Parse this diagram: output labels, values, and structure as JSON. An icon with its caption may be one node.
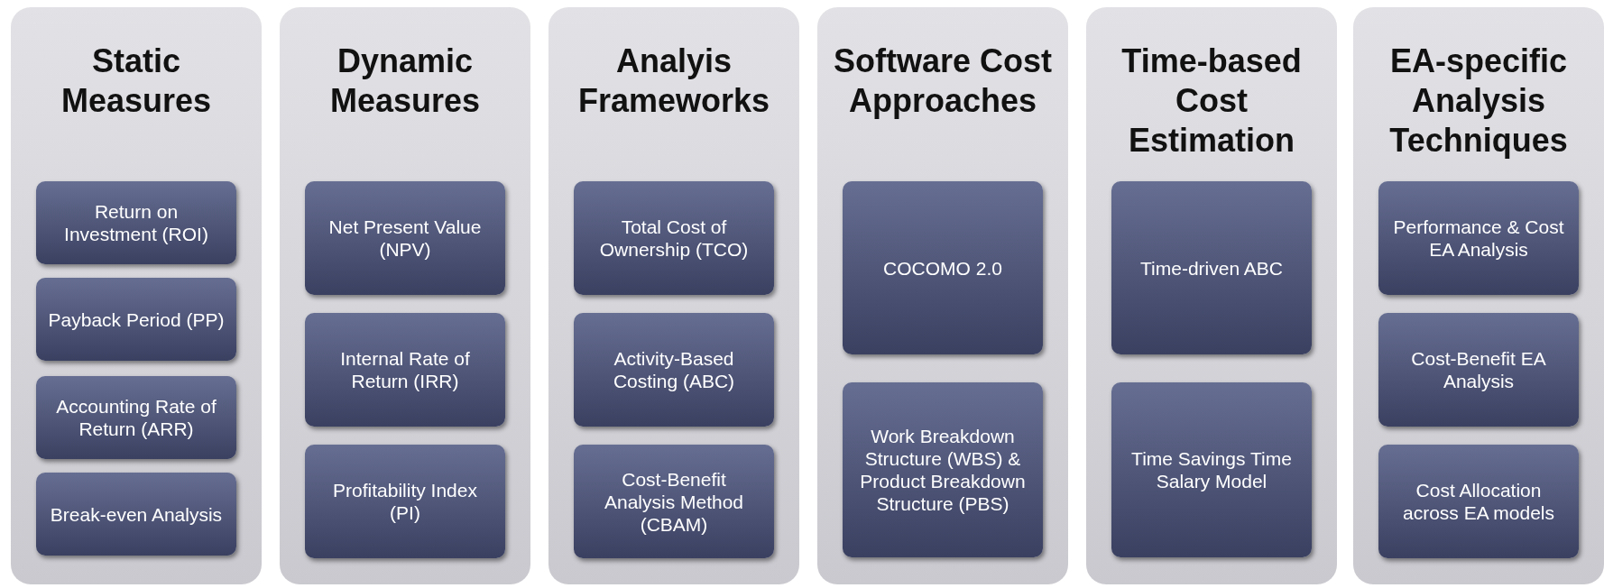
{
  "diagram": {
    "nodes": [
      {
        "text": [
          "Static Measures"
        ]
      },
      {
        "text": [
          "Return on Investment (ROI)"
        ],
        "in": 0
      },
      {
        "text": [
          "Payback Period (PP)"
        ],
        "in": 0
      },
      {
        "text": [
          "Accounting Rate of Return (ARR)"
        ],
        "in": 0
      },
      {
        "text": [
          "Break-even Analysis"
        ],
        "in": 0
      },
      {
        "text": [
          "Dynamic Measures"
        ]
      },
      {
        "text": [
          "Net Present Value (NPV)"
        ],
        "in": 5
      },
      {
        "text": [
          "Internal Rate of Return (IRR)"
        ],
        "in": 5
      },
      {
        "text": [
          "Profitability Index (PI)"
        ],
        "in": 5
      },
      {
        "text": [
          "Analyis Frameworks"
        ]
      },
      {
        "text": [
          "Total Cost of Ownership (TCO)"
        ],
        "in": 9
      },
      {
        "text": [
          "Activity-Based Costing (ABC)"
        ],
        "in": 9
      },
      {
        "text": [
          "Cost-Benefit Analysis Method (CBAM)"
        ],
        "in": 9
      },
      {
        "text": [
          "Software Cost Approaches"
        ]
      },
      {
        "text": [
          "COCOMO 2.0"
        ],
        "in": 13
      },
      {
        "text": [
          "Work Breakdown Structure (WBS) & Product Breakdown Structure (PBS)"
        ],
        "in": 13
      },
      {
        "text": [
          "Time-based Cost Estimation"
        ]
      },
      {
        "text": [
          "Time-driven ABC"
        ],
        "in": 16
      },
      {
        "text": [
          "Time Savings Time Salary Model"
        ],
        "in": 16
      },
      {
        "text": [
          "EA-specific Analysis Techniques"
        ]
      },
      {
        "text": [
          "Performance & Cost EA Analysis"
        ],
        "in": 19
      },
      {
        "text": [
          "Cost-Benefit EA Analysis"
        ],
        "in": 19
      },
      {
        "text": [
          "Cost Allocation across EA models"
        ],
        "in": 19
      }
    ],
    "edges": []
  }
}
